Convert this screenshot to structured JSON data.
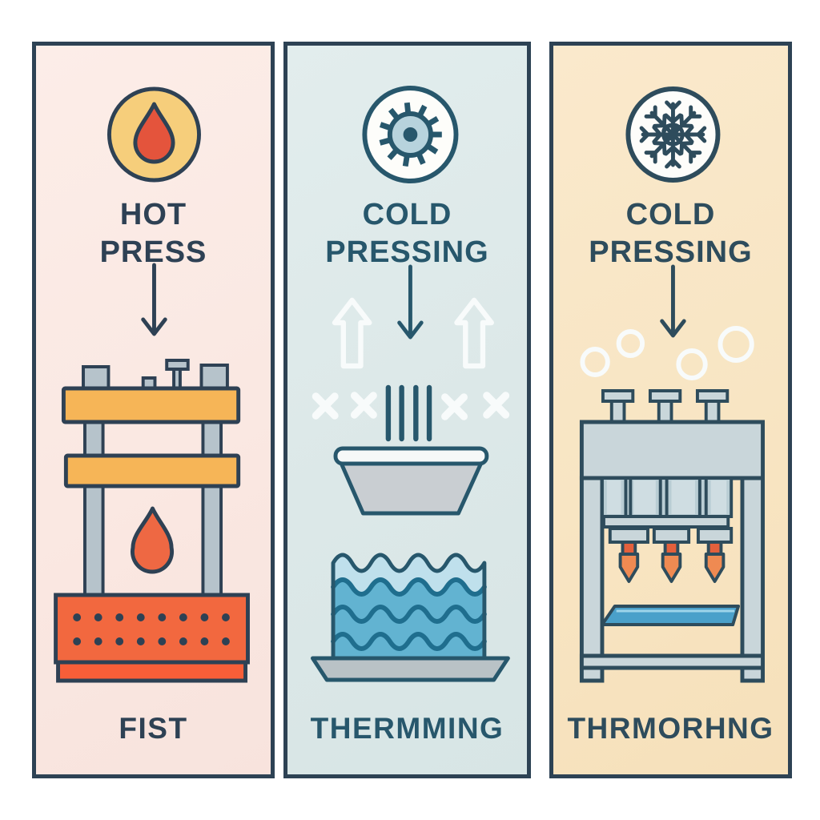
{
  "page": {
    "background": "#ffffff"
  },
  "colors": {
    "page_bg": "#ffffff",
    "panel_border": "#2d4254",
    "panel1_bg": "#fae8e2",
    "panel1_ink": "#2e4154",
    "panel2_bg": "#dce8e8",
    "panel2_ink": "#27576c",
    "panel3_bg": "#f8e5c3",
    "panel3_ink": "#2e4c5c",
    "hot_icon_bg": "#f6ce7b",
    "hot_droplet": "#e4543c",
    "press_bar": "#f6b557",
    "press_column": "#b6c3cb",
    "press_base": "#f2683f",
    "press_base_strip": "#f85e38",
    "mid_droplet": "#ee6843",
    "icon_circle_bg": "#fdfdfa",
    "gear_fill": "#b7d3dd",
    "basin_fill": "#c9ced2",
    "basin_rim": "#f6f8f8",
    "cake_top": "#bfe0ec",
    "cake_body": "#62b3d1",
    "cake_wave": "#1f6e8e",
    "cake_tray": "#b9c2c6",
    "machine_gray": "#c9d6da",
    "machine_slat": "#b9cdd4",
    "machine_slat_light": "#cfdde2",
    "nozzle_square": "#e4603c",
    "nozzle_tip": "#ef8a52",
    "tray_blue": "#4aa0ca",
    "white_mark": "#f8fbfb"
  },
  "panels": [
    {
      "id": "hot-press",
      "icon": "flame-droplet-icon",
      "title_lines": [
        "HOT",
        "PRESS"
      ],
      "caption": "FIST"
    },
    {
      "id": "cold-pressing-steam",
      "icon": "gear-sun-icon",
      "title_lines": [
        "COLD",
        "PRESSING"
      ],
      "caption": "THERMMING"
    },
    {
      "id": "cold-pressing-freeze",
      "icon": "snowflake-icon",
      "title_lines": [
        "COLD",
        "PRESSING"
      ],
      "caption": "THRMORHNG"
    }
  ]
}
